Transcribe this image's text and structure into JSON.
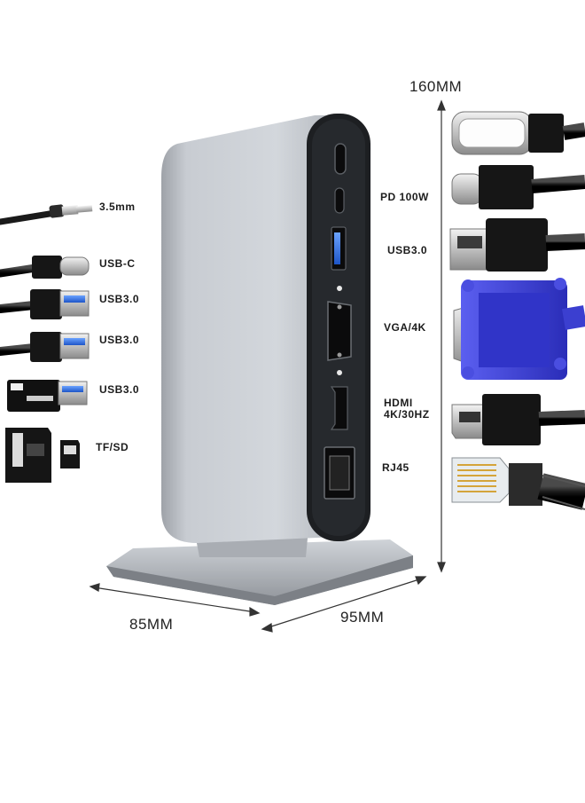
{
  "dimensions": {
    "height": "160MM",
    "depth": "85MM",
    "width": "95MM"
  },
  "left_ports": [
    {
      "label": "3.5mm",
      "icon": "audio-jack-cable-icon"
    },
    {
      "label": "USB-C",
      "icon": "usb-c-cable-icon"
    },
    {
      "label": "USB3.0",
      "icon": "usb-a-blue-cable-icon"
    },
    {
      "label": "USB3.0",
      "icon": "usb-a-blue-cable-icon"
    },
    {
      "label": "USB3.0",
      "icon": "card-reader-icon"
    },
    {
      "label": "TF/SD",
      "icon": "memory-cards-icon"
    }
  ],
  "right_ports": [
    {
      "label": "PD 100W",
      "icon": "usb-c-cable-icon"
    },
    {
      "label": "USB3.0",
      "icon": "usb-a-cable-icon"
    },
    {
      "label": "VGA/4K",
      "icon": "vga-connector-icon"
    },
    {
      "label_line1": "HDMI",
      "label_line2": "4K/30HZ",
      "icon": "hdmi-cable-icon"
    },
    {
      "label": "RJ45",
      "icon": "ethernet-cable-icon"
    }
  ],
  "colors": {
    "aluminum": "#b9bdc3",
    "panel": "#1d1f22",
    "usb_blue": "#2c6fd6",
    "vga_blue": "#3b3fd0"
  }
}
